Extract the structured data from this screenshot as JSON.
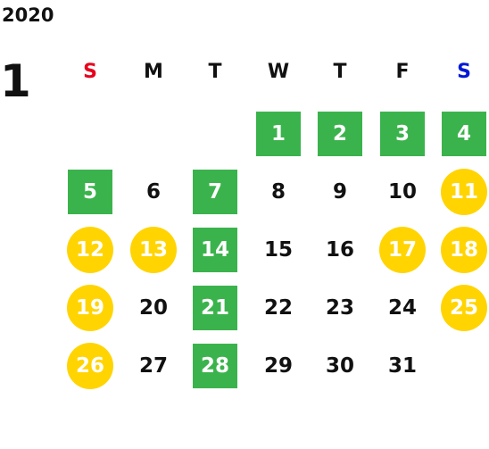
{
  "header": {
    "year": "2020",
    "month": "1"
  },
  "weekdays": [
    {
      "label": "S",
      "color": "#e8001c"
    },
    {
      "label": "M",
      "color": "#111111"
    },
    {
      "label": "T",
      "color": "#111111"
    },
    {
      "label": "W",
      "color": "#111111"
    },
    {
      "label": "T",
      "color": "#111111"
    },
    {
      "label": "F",
      "color": "#111111"
    },
    {
      "label": "S",
      "color": "#0018d6"
    }
  ],
  "colors": {
    "green": "#3bb34c",
    "yellow": "#ffd400"
  },
  "days": [
    {
      "label": "1",
      "style": "green",
      "weekday": 3,
      "week": 0
    },
    {
      "label": "2",
      "style": "green",
      "weekday": 4,
      "week": 0
    },
    {
      "label": "3",
      "style": "green",
      "weekday": 5,
      "week": 0
    },
    {
      "label": "4",
      "style": "green",
      "weekday": 6,
      "week": 0
    },
    {
      "label": "5",
      "style": "green",
      "weekday": 0,
      "week": 1
    },
    {
      "label": "6",
      "style": "plain",
      "weekday": 1,
      "week": 1
    },
    {
      "label": "7",
      "style": "green",
      "weekday": 2,
      "week": 1
    },
    {
      "label": "8",
      "style": "plain",
      "weekday": 3,
      "week": 1
    },
    {
      "label": "9",
      "style": "plain",
      "weekday": 4,
      "week": 1
    },
    {
      "label": "10",
      "style": "plain",
      "weekday": 5,
      "week": 1
    },
    {
      "label": "11",
      "style": "yellow",
      "weekday": 6,
      "week": 1
    },
    {
      "label": "12",
      "style": "yellow",
      "weekday": 0,
      "week": 2
    },
    {
      "label": "13",
      "style": "yellow",
      "weekday": 1,
      "week": 2
    },
    {
      "label": "14",
      "style": "green",
      "weekday": 2,
      "week": 2
    },
    {
      "label": "15",
      "style": "plain",
      "weekday": 3,
      "week": 2
    },
    {
      "label": "16",
      "style": "plain",
      "weekday": 4,
      "week": 2
    },
    {
      "label": "17",
      "style": "yellow",
      "weekday": 5,
      "week": 2
    },
    {
      "label": "18",
      "style": "yellow",
      "weekday": 6,
      "week": 2
    },
    {
      "label": "19",
      "style": "yellow",
      "weekday": 0,
      "week": 3
    },
    {
      "label": "20",
      "style": "plain",
      "weekday": 1,
      "week": 3
    },
    {
      "label": "21",
      "style": "green",
      "weekday": 2,
      "week": 3
    },
    {
      "label": "22",
      "style": "plain",
      "weekday": 3,
      "week": 3
    },
    {
      "label": "23",
      "style": "plain",
      "weekday": 4,
      "week": 3
    },
    {
      "label": "24",
      "style": "plain",
      "weekday": 5,
      "week": 3
    },
    {
      "label": "25",
      "style": "yellow",
      "weekday": 6,
      "week": 3
    },
    {
      "label": "26",
      "style": "yellow",
      "weekday": 0,
      "week": 4
    },
    {
      "label": "27",
      "style": "plain",
      "weekday": 1,
      "week": 4
    },
    {
      "label": "28",
      "style": "green",
      "weekday": 2,
      "week": 4
    },
    {
      "label": "29",
      "style": "plain",
      "weekday": 3,
      "week": 4
    },
    {
      "label": "30",
      "style": "plain",
      "weekday": 4,
      "week": 4
    },
    {
      "label": "31",
      "style": "plain",
      "weekday": 5,
      "week": 4
    }
  ]
}
